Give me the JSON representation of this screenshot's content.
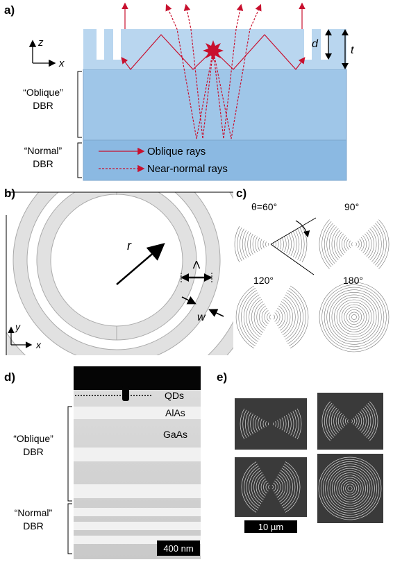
{
  "panel_a": {
    "label": "a)",
    "axis_z": "z",
    "axis_x": "x",
    "dim_d": "d",
    "dim_t": "t",
    "oblique_dbr": [
      "“Oblique”",
      "DBR"
    ],
    "normal_dbr": [
      "“Normal”",
      "DBR"
    ],
    "legend_oblique": "Oblique rays",
    "legend_near_normal": "Near-normal rays",
    "colors": {
      "top_layer": "#b9d6ef",
      "middle_layer": "#9fc6e8",
      "bottom_layer": "#8bb9e2",
      "ray": "#c8102e"
    }
  },
  "panel_b": {
    "label": "b)",
    "var_r": "r",
    "var_lambda": "Λ",
    "var_w": "w",
    "axis_y": "y",
    "axis_x": "x"
  },
  "panel_c": {
    "label": "c)",
    "angles": [
      "θ=60°",
      "90°",
      "120°",
      "180°"
    ]
  },
  "panel_d": {
    "label": "d)",
    "qds": "QDs",
    "alas": "AlAs",
    "gaas": "GaAs",
    "oblique_dbr": [
      "“Oblique”",
      "DBR"
    ],
    "normal_dbr": [
      "“Normal”",
      "DBR"
    ],
    "scale_bar": "400 nm"
  },
  "panel_e": {
    "label": "e)",
    "scale_bar": "10 µm"
  }
}
